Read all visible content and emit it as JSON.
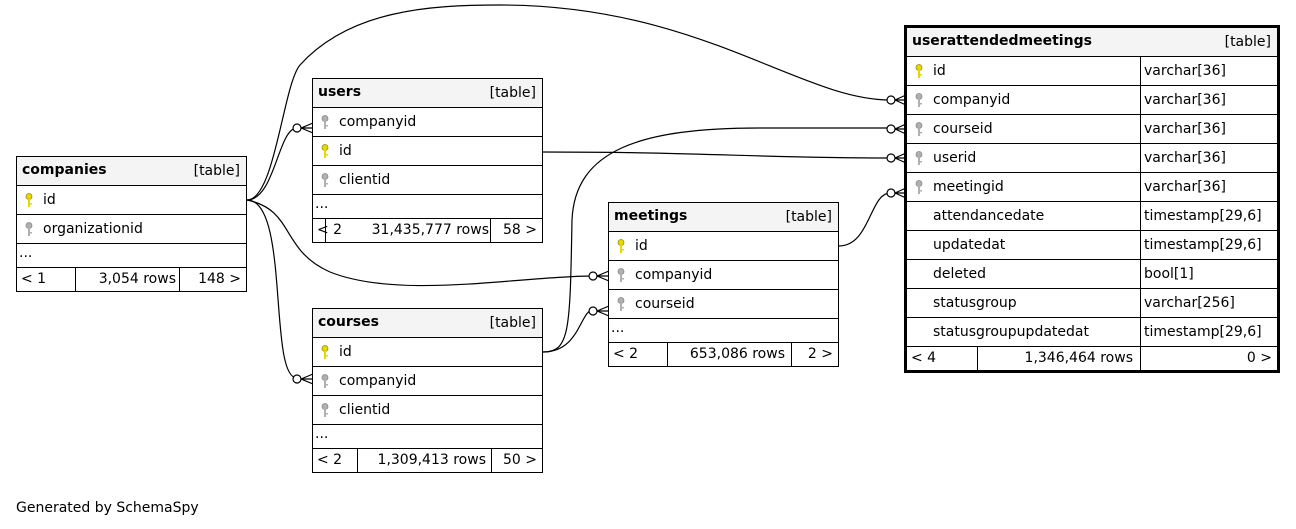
{
  "tables": {
    "companies": {
      "name": "companies",
      "type": "[table]",
      "columns": [
        {
          "name": "id",
          "key": "primary"
        },
        {
          "name": "organizationid",
          "key": "foreign"
        }
      ],
      "ellipsis": "...",
      "footer": {
        "left": "< 1",
        "rows": "3,054 rows",
        "right": "148 >"
      }
    },
    "users": {
      "name": "users",
      "type": "[table]",
      "columns": [
        {
          "name": "companyid",
          "key": "foreign"
        },
        {
          "name": "id",
          "key": "primary"
        },
        {
          "name": "clientid",
          "key": "foreign"
        }
      ],
      "ellipsis": "...",
      "footer": {
        "left": "< 2",
        "rows": "31,435,777 rows",
        "right": "58 >"
      }
    },
    "courses": {
      "name": "courses",
      "type": "[table]",
      "columns": [
        {
          "name": "id",
          "key": "primary"
        },
        {
          "name": "companyid",
          "key": "foreign"
        },
        {
          "name": "clientid",
          "key": "foreign"
        }
      ],
      "ellipsis": "...",
      "footer": {
        "left": "< 2",
        "rows": "1,309,413 rows",
        "right": "50 >"
      }
    },
    "meetings": {
      "name": "meetings",
      "type": "[table]",
      "columns": [
        {
          "name": "id",
          "key": "primary"
        },
        {
          "name": "companyid",
          "key": "foreign"
        },
        {
          "name": "courseid",
          "key": "foreign"
        }
      ],
      "ellipsis": "...",
      "footer": {
        "left": "< 2",
        "rows": "653,086 rows",
        "right": "2 >"
      }
    },
    "userattendedmeetings": {
      "name": "userattendedmeetings",
      "type": "[table]",
      "columns": [
        {
          "name": "id",
          "key": "primary",
          "type": "varchar[36]"
        },
        {
          "name": "companyid",
          "key": "foreign",
          "type": "varchar[36]"
        },
        {
          "name": "courseid",
          "key": "foreign",
          "type": "varchar[36]"
        },
        {
          "name": "userid",
          "key": "foreign",
          "type": "varchar[36]"
        },
        {
          "name": "meetingid",
          "key": "foreign",
          "type": "varchar[36]"
        },
        {
          "name": "attendancedate",
          "key": "none",
          "type": "timestamp[29,6]"
        },
        {
          "name": "updatedat",
          "key": "none",
          "type": "timestamp[29,6]"
        },
        {
          "name": "deleted",
          "key": "none",
          "type": "bool[1]"
        },
        {
          "name": "statusgroup",
          "key": "none",
          "type": "varchar[256]"
        },
        {
          "name": "statusgroupupdatedat",
          "key": "none",
          "type": "timestamp[29,6]"
        }
      ],
      "footer": {
        "left": "< 4",
        "rows": "1,346,464 rows",
        "right": "0 >"
      }
    }
  },
  "generated_by": "Generated by SchemaSpy",
  "colors": {
    "primary_key": "#e8d800",
    "foreign_key": "#b0b0b0",
    "header_bg": "#f4f4f4"
  }
}
